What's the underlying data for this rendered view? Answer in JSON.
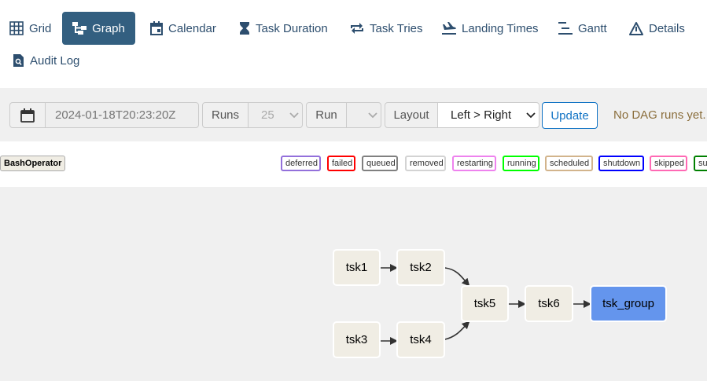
{
  "nav": {
    "tabs": [
      {
        "label": "Grid",
        "icon": "grid-icon"
      },
      {
        "label": "Graph",
        "icon": "graph-icon"
      },
      {
        "label": "Calendar",
        "icon": "calendar-icon"
      },
      {
        "label": "Task Duration",
        "icon": "hourglass-icon"
      },
      {
        "label": "Task Tries",
        "icon": "retry-icon"
      },
      {
        "label": "Landing Times",
        "icon": "plane-landing-icon"
      },
      {
        "label": "Gantt",
        "icon": "gantt-icon"
      },
      {
        "label": "Details",
        "icon": "warning-triangle-icon"
      },
      {
        "label": "Audit Log",
        "icon": "document-search-icon"
      }
    ],
    "active_tab": "Graph"
  },
  "controls": {
    "date_placeholder": "2024-01-18T20:23:20Z",
    "runs_label": "Runs",
    "runs_value": "25",
    "run_label": "Run",
    "run_value": "",
    "layout_label": "Layout",
    "layout_value": "Left > Right",
    "update_label": "Update",
    "status_text": "No DAG runs yet."
  },
  "legend": {
    "operator": "BashOperator",
    "states": [
      {
        "label": "deferred",
        "color": "#9370db"
      },
      {
        "label": "failed",
        "color": "#ff0000"
      },
      {
        "label": "queued",
        "color": "#808080"
      },
      {
        "label": "removed",
        "color": "#d3d3d3"
      },
      {
        "label": "restarting",
        "color": "#ee82ee"
      },
      {
        "label": "running",
        "color": "#00ff00"
      },
      {
        "label": "scheduled",
        "color": "#d2b48c"
      },
      {
        "label": "shutdown",
        "color": "#0000ff"
      },
      {
        "label": "skipped",
        "color": "#ff69b4"
      },
      {
        "label": "success",
        "color": "#008000"
      }
    ]
  },
  "graph": {
    "nodes": [
      {
        "id": "tsk1",
        "label": "tsk1"
      },
      {
        "id": "tsk2",
        "label": "tsk2"
      },
      {
        "id": "tsk3",
        "label": "tsk3"
      },
      {
        "id": "tsk4",
        "label": "tsk4"
      },
      {
        "id": "tsk5",
        "label": "tsk5"
      },
      {
        "id": "tsk6",
        "label": "tsk6"
      },
      {
        "id": "tsk_group",
        "label": "tsk_group"
      }
    ],
    "edges": [
      [
        "tsk1",
        "tsk2"
      ],
      [
        "tsk3",
        "tsk4"
      ],
      [
        "tsk2",
        "tsk5"
      ],
      [
        "tsk4",
        "tsk5"
      ],
      [
        "tsk5",
        "tsk6"
      ],
      [
        "tsk6",
        "tsk_group"
      ]
    ]
  },
  "colors": {
    "accent": "#335f80",
    "group_node": "#6495ed",
    "node_fill": "#f0ede4",
    "update_button": "#0f72c4"
  }
}
